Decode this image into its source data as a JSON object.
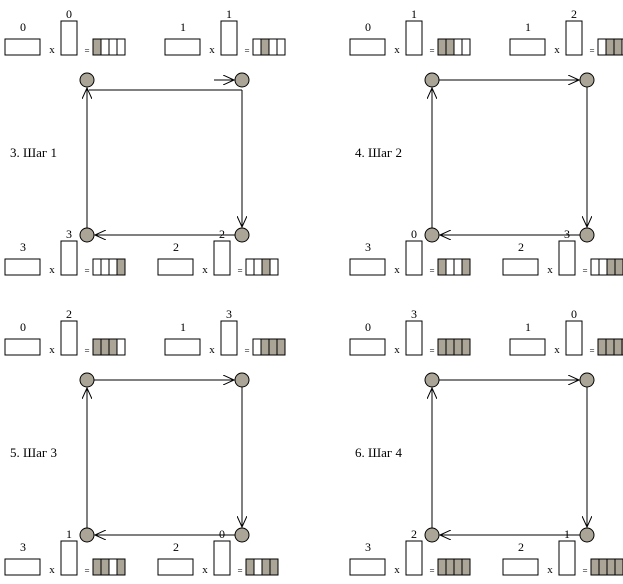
{
  "colors": {
    "node_fill": "#aaa597",
    "cell_fill": "#aaa597",
    "line": "#000000",
    "background": "#ffffff"
  },
  "symbols": {
    "times": "x",
    "equals": "="
  },
  "panels": [
    {
      "title": "3. Шаг 1",
      "groups": [
        {
          "top": "0",
          "side": "0",
          "cells": [
            1,
            0,
            0,
            0
          ]
        },
        {
          "top": "1",
          "side": "1",
          "cells": [
            0,
            1,
            0,
            0
          ]
        },
        {
          "top": "3",
          "side": "3",
          "cells": [
            0,
            0,
            0,
            1
          ]
        },
        {
          "top": "2",
          "side": "2",
          "cells": [
            0,
            0,
            1,
            0
          ]
        }
      ]
    },
    {
      "title": "4. Шаг 2",
      "groups": [
        {
          "top": "0",
          "side": "1",
          "cells": [
            1,
            1,
            0,
            0
          ]
        },
        {
          "top": "1",
          "side": "2",
          "cells": [
            0,
            1,
            1,
            0
          ]
        },
        {
          "top": "3",
          "side": "0",
          "cells": [
            1,
            0,
            0,
            1
          ]
        },
        {
          "top": "2",
          "side": "3",
          "cells": [
            0,
            0,
            1,
            1
          ]
        }
      ]
    },
    {
      "title": "5. Шаг 3",
      "groups": [
        {
          "top": "0",
          "side": "2",
          "cells": [
            1,
            1,
            1,
            0
          ]
        },
        {
          "top": "1",
          "side": "3",
          "cells": [
            0,
            1,
            1,
            1
          ]
        },
        {
          "top": "3",
          "side": "1",
          "cells": [
            1,
            1,
            0,
            1
          ]
        },
        {
          "top": "2",
          "side": "0",
          "cells": [
            1,
            0,
            1,
            1
          ]
        }
      ]
    },
    {
      "title": "6. Шаг 4",
      "groups": [
        {
          "top": "0",
          "side": "3",
          "cells": [
            1,
            1,
            1,
            1
          ]
        },
        {
          "top": "1",
          "side": "0",
          "cells": [
            1,
            1,
            1,
            1
          ]
        },
        {
          "top": "3",
          "side": "2",
          "cells": [
            1,
            1,
            1,
            1
          ]
        },
        {
          "top": "2",
          "side": "1",
          "cells": [
            1,
            1,
            1,
            1
          ]
        }
      ]
    }
  ]
}
